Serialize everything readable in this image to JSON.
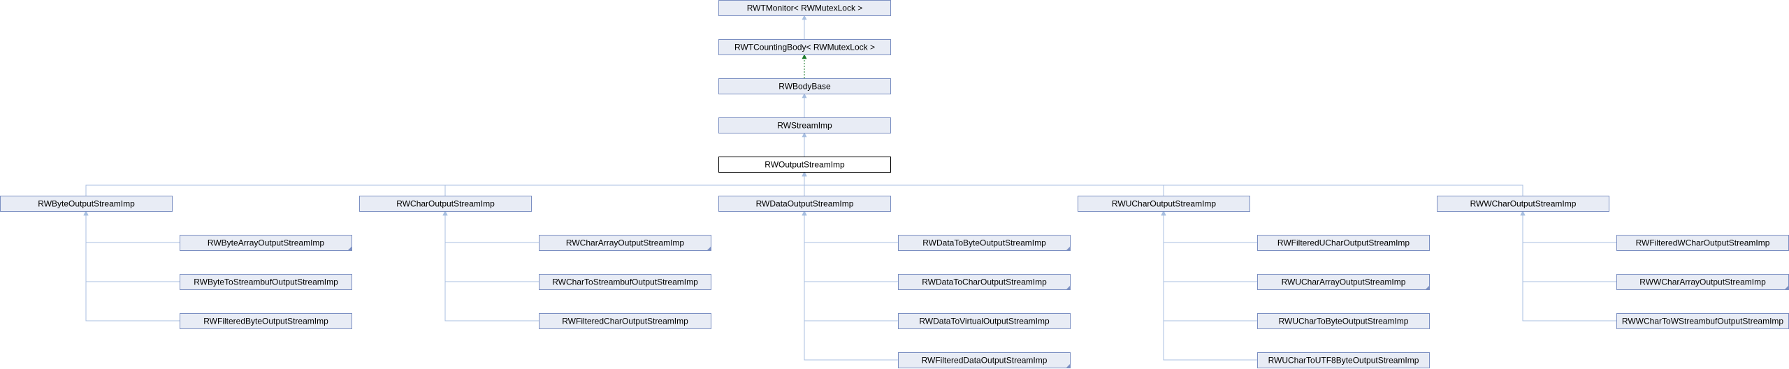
{
  "diagram": {
    "nodes": [
      {
        "id": "monitor",
        "label": "RWTMonitor< RWMutexLock >",
        "current": false,
        "corner": false
      },
      {
        "id": "counting",
        "label": "RWTCountingBody< RWMutexLock >",
        "current": false,
        "corner": false
      },
      {
        "id": "bodybase",
        "label": "RWBodyBase",
        "current": false,
        "corner": false
      },
      {
        "id": "streamimp",
        "label": "RWStreamImp",
        "current": false,
        "corner": false
      },
      {
        "id": "outimp",
        "label": "RWOutputStreamImp",
        "current": true,
        "corner": false
      },
      {
        "id": "byte",
        "label": "RWByteOutputStreamImp",
        "current": false,
        "corner": false
      },
      {
        "id": "char",
        "label": "RWCharOutputStreamImp",
        "current": false,
        "corner": false
      },
      {
        "id": "data",
        "label": "RWDataOutputStreamImp",
        "current": false,
        "corner": false
      },
      {
        "id": "uchar",
        "label": "RWUCharOutputStreamImp",
        "current": false,
        "corner": false
      },
      {
        "id": "wchar",
        "label": "RWWCharOutputStreamImp",
        "current": false,
        "corner": false
      },
      {
        "id": "byte1",
        "label": "RWByteArrayOutputStreamImp",
        "current": false,
        "corner": true
      },
      {
        "id": "byte2",
        "label": "RWByteToStreambufOutputStreamImp",
        "current": false,
        "corner": false
      },
      {
        "id": "byte3",
        "label": "RWFilteredByteOutputStreamImp",
        "current": false,
        "corner": false
      },
      {
        "id": "char1",
        "label": "RWCharArrayOutputStreamImp",
        "current": false,
        "corner": true
      },
      {
        "id": "char2",
        "label": "RWCharToStreambufOutputStreamImp",
        "current": false,
        "corner": false
      },
      {
        "id": "char3",
        "label": "RWFilteredCharOutputStreamImp",
        "current": false,
        "corner": false
      },
      {
        "id": "data1",
        "label": "RWDataToByteOutputStreamImp",
        "current": false,
        "corner": true
      },
      {
        "id": "data2",
        "label": "RWDataToCharOutputStreamImp",
        "current": false,
        "corner": true
      },
      {
        "id": "data3",
        "label": "RWDataToVirtualOutputStreamImp",
        "current": false,
        "corner": false
      },
      {
        "id": "data4",
        "label": "RWFilteredDataOutputStreamImp",
        "current": false,
        "corner": true
      },
      {
        "id": "uchar1",
        "label": "RWFilteredUCharOutputStreamImp",
        "current": false,
        "corner": false
      },
      {
        "id": "uchar2",
        "label": "RWUCharArrayOutputStreamImp",
        "current": false,
        "corner": true
      },
      {
        "id": "uchar3",
        "label": "RWUCharToByteOutputStreamImp",
        "current": false,
        "corner": false
      },
      {
        "id": "uchar4",
        "label": "RWUCharToUTF8ByteOutputStreamImp",
        "current": false,
        "corner": false
      },
      {
        "id": "wchar1",
        "label": "RWFilteredWCharOutputStreamImp",
        "current": false,
        "corner": false
      },
      {
        "id": "wchar2",
        "label": "RWWCharArrayOutputStreamImp",
        "current": false,
        "corner": true
      },
      {
        "id": "wchar3",
        "label": "RWWCharToWStreambufOutputStreamImp",
        "current": false,
        "corner": false
      }
    ],
    "edges": [
      {
        "from": "counting",
        "to": "monitor",
        "style": "solid"
      },
      {
        "from": "bodybase",
        "to": "counting",
        "style": "dashed"
      },
      {
        "from": "streamimp",
        "to": "bodybase",
        "style": "solid"
      },
      {
        "from": "outimp",
        "to": "streamimp",
        "style": "solid"
      },
      {
        "from": "byte",
        "to": "outimp",
        "style": "solid"
      },
      {
        "from": "char",
        "to": "outimp",
        "style": "solid"
      },
      {
        "from": "data",
        "to": "outimp",
        "style": "solid"
      },
      {
        "from": "uchar",
        "to": "outimp",
        "style": "solid"
      },
      {
        "from": "wchar",
        "to": "outimp",
        "style": "solid"
      },
      {
        "from": "byte1",
        "to": "byte",
        "style": "solid"
      },
      {
        "from": "byte2",
        "to": "byte",
        "style": "solid"
      },
      {
        "from": "byte3",
        "to": "byte",
        "style": "solid"
      },
      {
        "from": "char1",
        "to": "char",
        "style": "solid"
      },
      {
        "from": "char2",
        "to": "char",
        "style": "solid"
      },
      {
        "from": "char3",
        "to": "char",
        "style": "solid"
      },
      {
        "from": "data1",
        "to": "data",
        "style": "solid"
      },
      {
        "from": "data2",
        "to": "data",
        "style": "solid"
      },
      {
        "from": "data3",
        "to": "data",
        "style": "solid"
      },
      {
        "from": "data4",
        "to": "data",
        "style": "solid"
      },
      {
        "from": "uchar1",
        "to": "uchar",
        "style": "solid"
      },
      {
        "from": "uchar2",
        "to": "uchar",
        "style": "solid"
      },
      {
        "from": "uchar3",
        "to": "uchar",
        "style": "solid"
      },
      {
        "from": "uchar4",
        "to": "uchar",
        "style": "solid"
      },
      {
        "from": "wchar1",
        "to": "wchar",
        "style": "solid"
      },
      {
        "from": "wchar2",
        "to": "wchar",
        "style": "solid"
      },
      {
        "from": "wchar3",
        "to": "wchar",
        "style": "solid"
      }
    ]
  },
  "colors": {
    "node_fill": "#e8ecf5",
    "node_border": "#7b8fc2",
    "current_border": "#000000",
    "edge": "#a8bfe0",
    "dashed_edge": "#1a7a2a"
  }
}
